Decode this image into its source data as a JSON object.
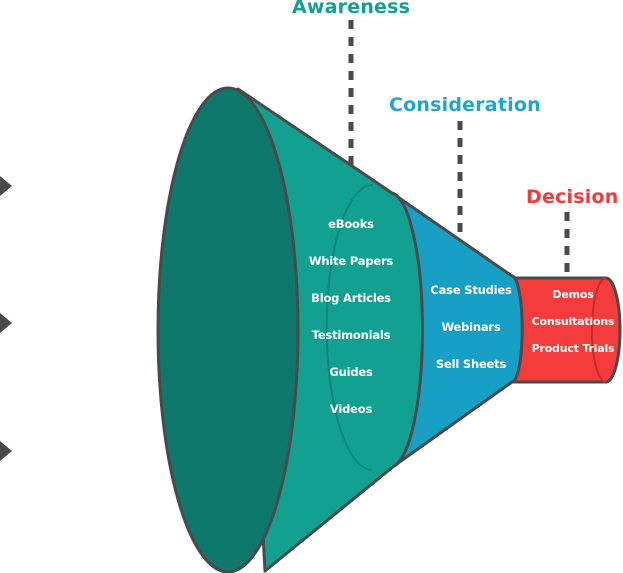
{
  "stages": [
    {
      "title": "Awareness",
      "color": "#12a190",
      "items": [
        "eBooks",
        "White Papers",
        "Blog Articles",
        "Testimonials",
        "Guides",
        "Videos"
      ]
    },
    {
      "title": "Consideration",
      "color": "#1ea6d0",
      "items": [
        "Case Studies",
        "Webinars",
        "Sell Sheets"
      ]
    },
    {
      "title": "Decision",
      "color": "#f23a3a",
      "items": [
        "Demos",
        "Consultations",
        "Product Trials"
      ]
    }
  ],
  "colors": {
    "front_ellipse": "#0e786c",
    "awareness_body": "#12a190",
    "consideration_body": "#179fc5",
    "decision_body": "#f43c3c",
    "outline": "#4a4a4a",
    "dashes": "#4a4a4a",
    "arrows": "#4a4a4a"
  }
}
